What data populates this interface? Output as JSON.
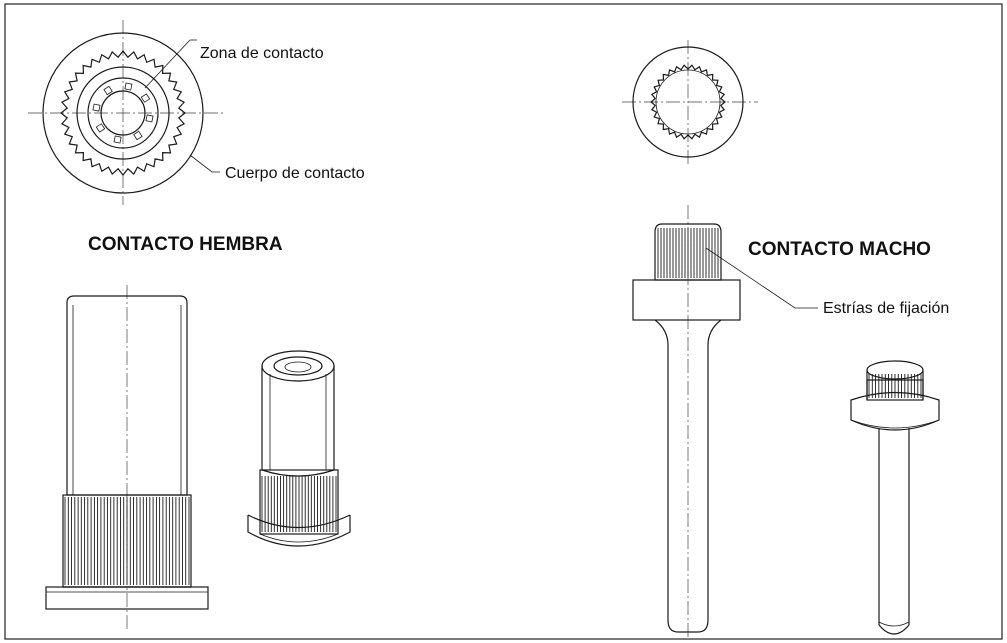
{
  "labels": {
    "female_title": "CONTACTO HEMBRA",
    "male_title": "CONTACTO MACHO",
    "contact_zone": "Zona de contacto",
    "contact_body": "Cuerpo de contacto",
    "fixing_splines": "Estrías de fijación"
  }
}
